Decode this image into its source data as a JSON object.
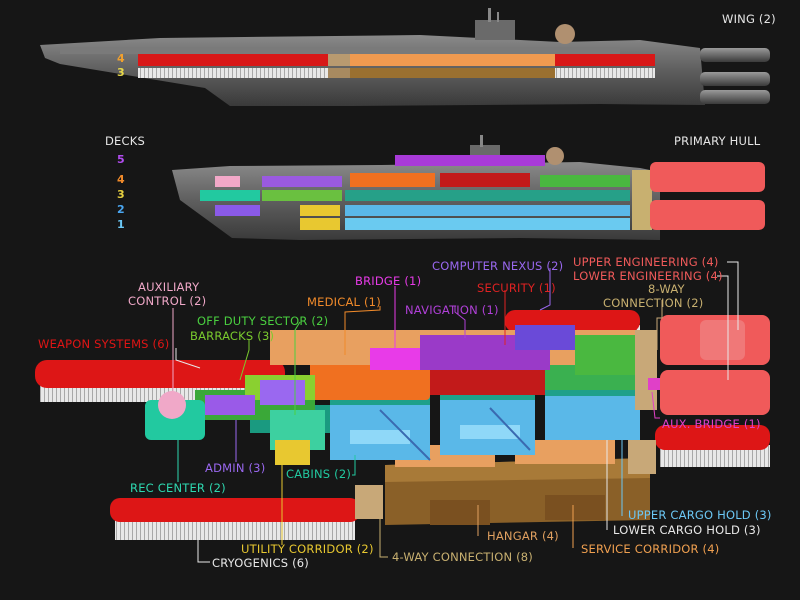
{
  "headers": {
    "wing": "WING (2)",
    "primary_hull": "PRIMARY HULL",
    "decks": "DECKS"
  },
  "wing_decks": [
    {
      "num": "4",
      "color": "#f2a12e"
    },
    {
      "num": "3",
      "color": "#e8d84a"
    }
  ],
  "deck_legend": [
    {
      "num": "5",
      "color": "#b24cf0"
    },
    {
      "num": "4",
      "color": "#f08a2a"
    },
    {
      "num": "3",
      "color": "#e6d040"
    },
    {
      "num": "2",
      "color": "#4aa6f0"
    },
    {
      "num": "1",
      "color": "#6cc8f5"
    }
  ],
  "labels": {
    "upper_engineering": "UPPER ENGINEERING (4)",
    "lower_engineering": "LOWER ENGINEERING (4)",
    "computer_nexus": "COMPUTER NEXUS (2)",
    "bridge": "BRIDGE (1)",
    "auxiliary": "AUXILIARY",
    "control": "CONTROL (2)",
    "security": "SECURITY (1)",
    "eight_way": "8-WAY",
    "connection": "CONNECTION (2)",
    "medical": "MEDICAL (1)",
    "navigation": "NAVIGATION (1)",
    "off_duty": "OFF DUTY SECTOR (2)",
    "barracks": "BARRACKS (3)",
    "weapon_systems": "WEAPON SYSTEMS (6)",
    "aux_bridge": "AUX. BRIDGE (1)",
    "admin": "ADMIN (3)",
    "cabins": "CABINS (2)",
    "rec_center": "REC CENTER (2)",
    "upper_cargo": "UPPER CARGO HOLD (3)",
    "lower_cargo": "LOWER CARGO HOLD (3)",
    "hangar": "HANGAR (4)",
    "utility_corridor": "UTILITY CORRIDOR (2)",
    "service_corridor": "SERVICE CORRIDOR (4)",
    "four_way": "4-WAY CONNECTION (8)",
    "cryogenics": "CRYOGENICS (6)"
  },
  "colors": {
    "weapons": "#e01515",
    "bridge": "#e83be8",
    "nexus": "#8e5af0",
    "security": "#e02222",
    "engineering": "#f05a5a",
    "medical": "#f07a20",
    "navigation": "#b040d8",
    "off_duty": "#4ad040",
    "barracks": "#7acb2e",
    "aux_control": "#f0a8c8",
    "admin": "#9a68f0",
    "cabins": "#22c9a0",
    "rec_center": "#2ed8b0",
    "cargo": "#5ab8e8",
    "hangar": "#e0a060",
    "utility": "#e8c830",
    "service": "#f0a050",
    "connection": "#c8b070",
    "cryo": "#e8e8e8",
    "aux_bridge": "#e040c8"
  }
}
